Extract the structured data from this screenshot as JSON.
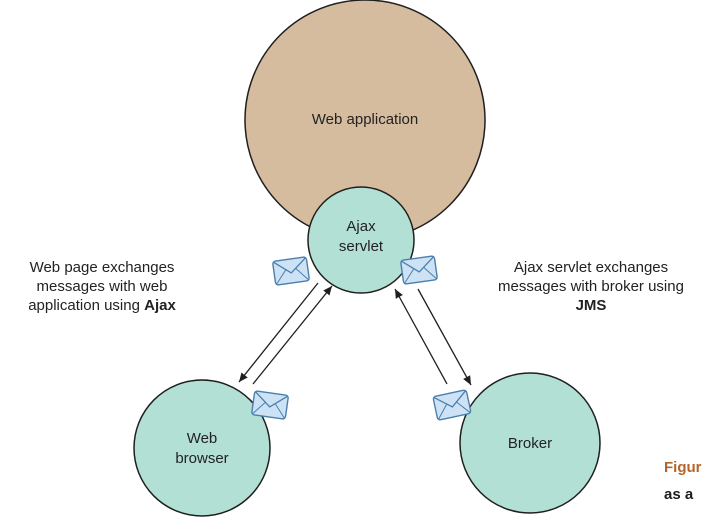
{
  "nodes": {
    "web_application": {
      "label": "Web application"
    },
    "ajax_servlet": {
      "label_line1": "Ajax",
      "label_line2": "servlet"
    },
    "web_browser": {
      "label_line1": "Web",
      "label_line2": "browser"
    },
    "broker": {
      "label": "Broker"
    }
  },
  "annotations": {
    "left": {
      "line1": "Web page exchanges",
      "line2": "messages with web",
      "line3_prefix": "application using",
      "line3_bold": "Ajax"
    },
    "right": {
      "line1": "Ajax servlet exchanges",
      "line2": "messages with broker using",
      "line3_bold": "JMS"
    }
  },
  "caption": {
    "line1": "Figur",
    "line2": "as a",
    "line3": ". ."
  },
  "colors": {
    "large_node": "#d6bc9e",
    "small_node": "#b3e0d4",
    "node_stroke": "#1f1f1f",
    "envelope_fill": "#cde3f5",
    "envelope_stroke": "#4a7fae",
    "caption_accent": "#b4662a"
  }
}
